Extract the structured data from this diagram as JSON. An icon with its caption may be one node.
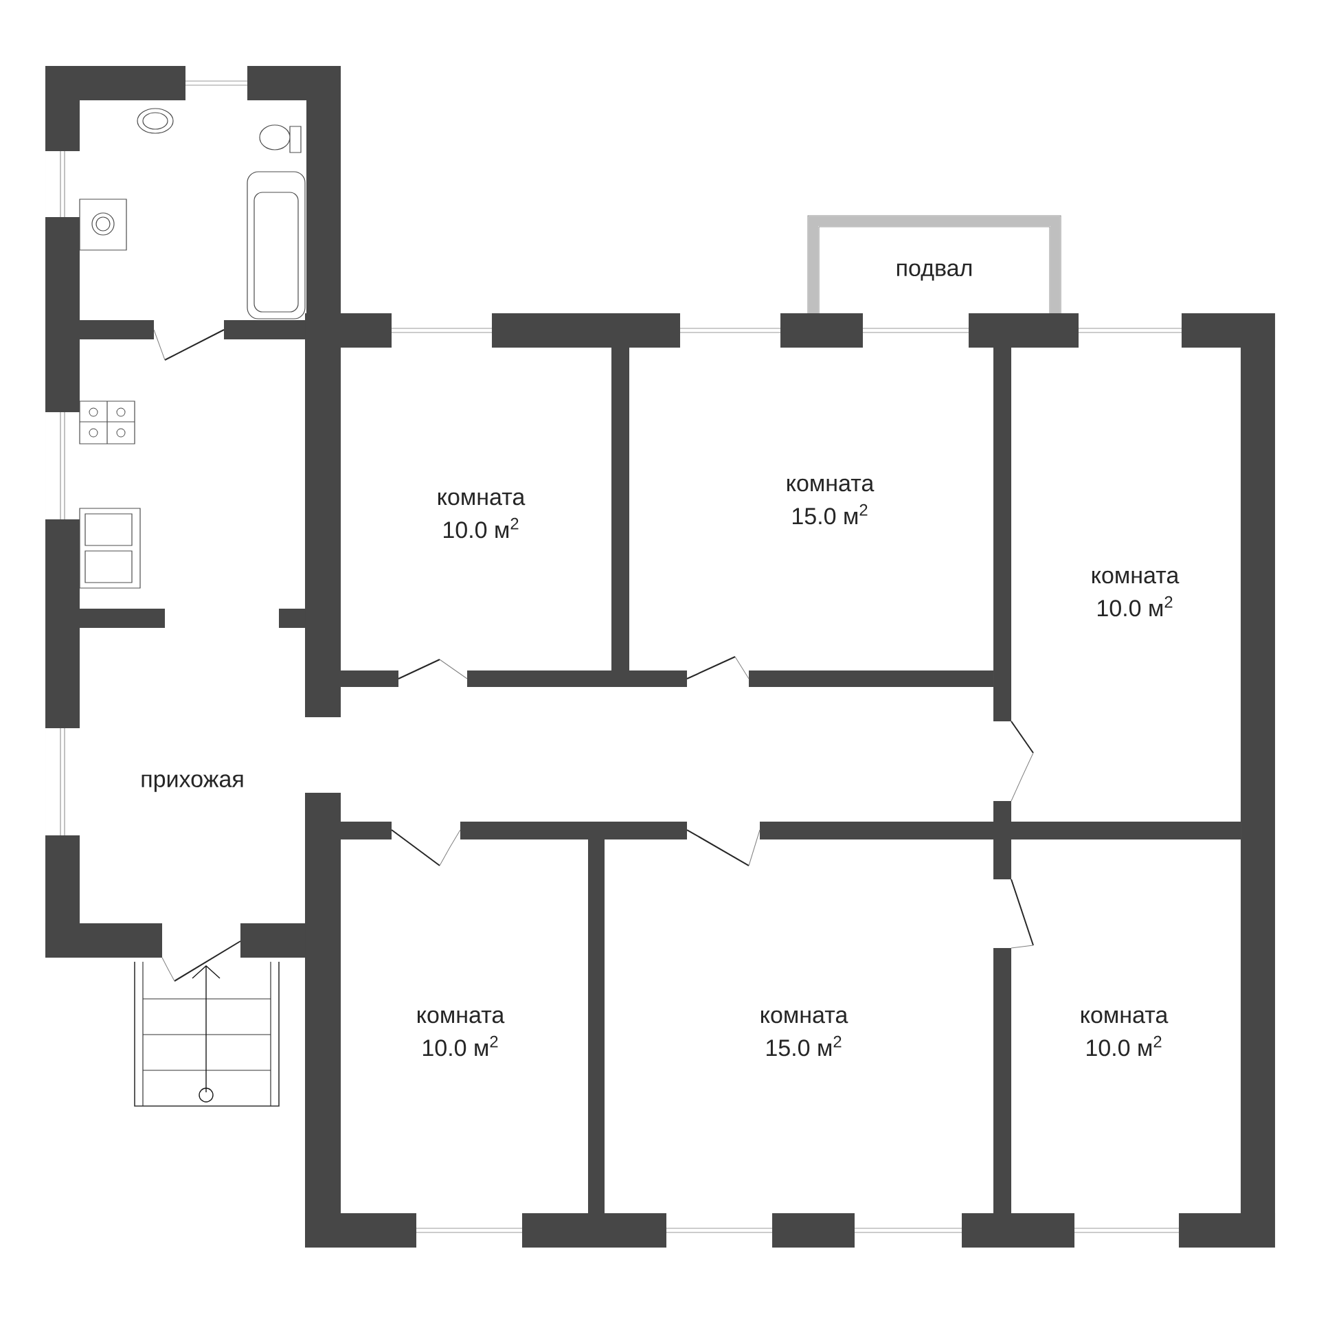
{
  "diagram": {
    "nodes": [
      {
        "text": [
          "подвал"
        ]
      },
      {
        "text": [
          "комната",
          "10.0 м$^{2}$"
        ]
      },
      {
        "text": [
          "комната",
          "15.0 м$^{2}$"
        ]
      },
      {
        "text": [
          "комната",
          "10.0 м$^{2}$"
        ]
      },
      {
        "text": [
          "прихожая"
        ]
      },
      {
        "text": [
          "комната",
          "10.0 м$^{2}$"
        ]
      },
      {
        "text": [
          "комната",
          "15.0 м$^{2}$"
        ]
      },
      {
        "text": [
          "комната",
          "10.0 м$^{2}$"
        ]
      }
    ]
  }
}
